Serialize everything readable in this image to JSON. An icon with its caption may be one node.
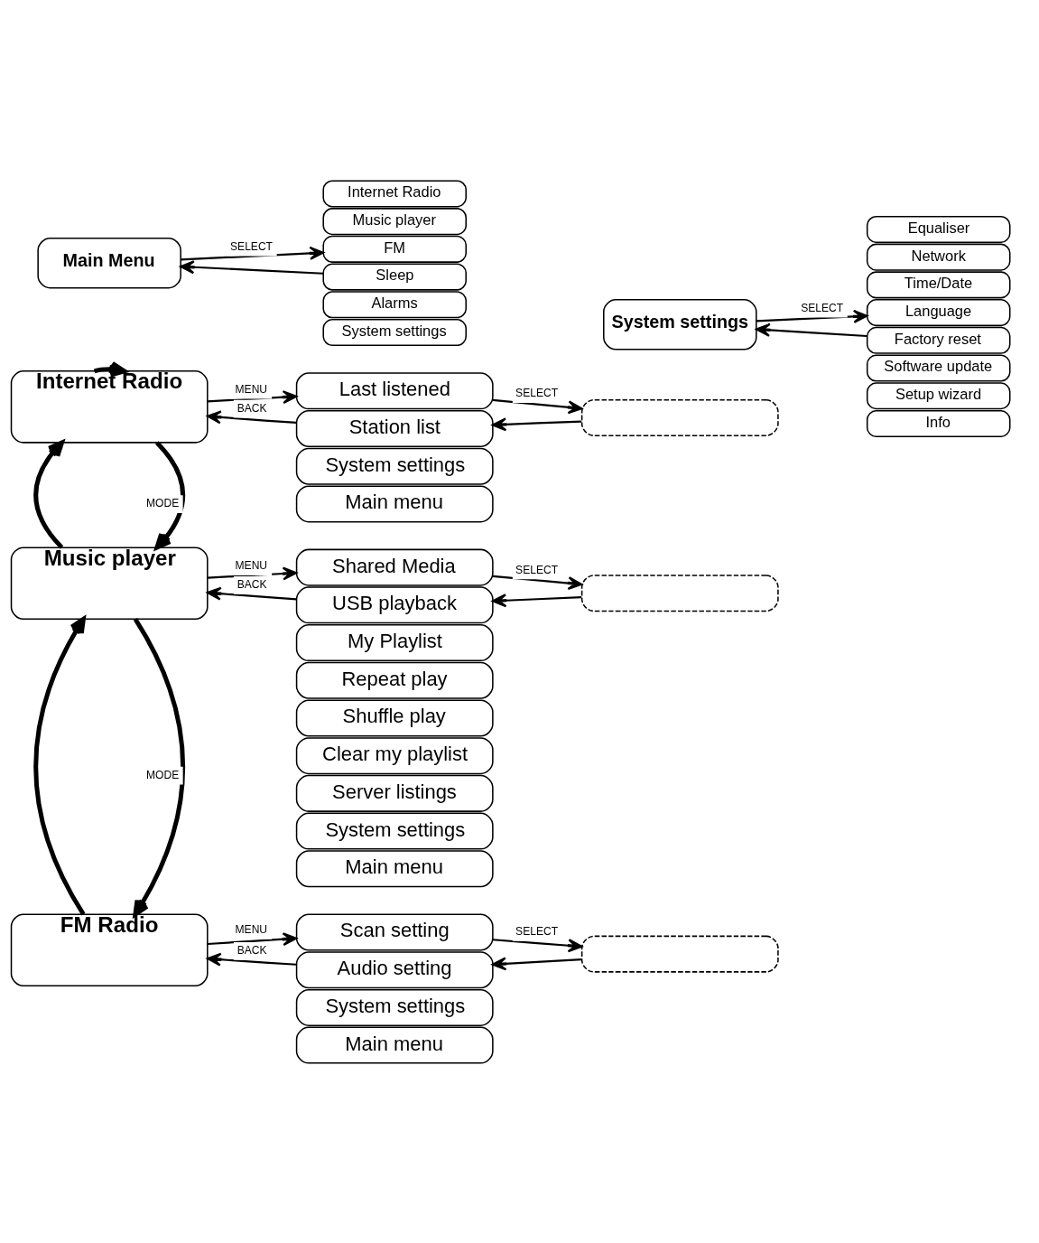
{
  "diagram": {
    "nodes": [
      {
        "text": [
          "Main Menu"
        ]
      },
      {
        "text": [
          "Internet Radio"
        ]
      },
      {
        "text": [
          "Music player"
        ]
      },
      {
        "text": [
          "FM"
        ]
      },
      {
        "text": [
          "Sleep"
        ]
      },
      {
        "text": [
          "Alarms"
        ]
      },
      {
        "text": [
          "System settings"
        ]
      },
      {
        "text": [
          "System settings"
        ]
      },
      {
        "text": [
          "Equaliser"
        ]
      },
      {
        "text": [
          "Network"
        ]
      },
      {
        "text": [
          "Time/Date"
        ]
      },
      {
        "text": [
          "Language"
        ]
      },
      {
        "text": [
          "Factory reset"
        ]
      },
      {
        "text": [
          "Software update"
        ]
      },
      {
        "text": [
          "Setup wizard"
        ]
      },
      {
        "text": [
          "Info"
        ]
      },
      {
        "text": [
          "Internet Radio"
        ]
      },
      {
        "text": [
          "Last listened"
        ]
      },
      {
        "text": [
          "Station list"
        ]
      },
      {
        "text": [
          "System settings"
        ]
      },
      {
        "text": [
          "Main menu"
        ]
      },
      {
        "text": [],
        "shape": "box"
      },
      {
        "text": [
          "Music player"
        ]
      },
      {
        "text": [
          "Shared Media"
        ]
      },
      {
        "text": [
          "USB playback"
        ]
      },
      {
        "text": [
          "My Playlist"
        ]
      },
      {
        "text": [
          "Repeat play"
        ]
      },
      {
        "text": [
          "Shuffle play"
        ]
      },
      {
        "text": [
          "Clear my playlist"
        ]
      },
      {
        "text": [
          "Server listings"
        ]
      },
      {
        "text": [
          "System settings"
        ]
      },
      {
        "text": [
          "Main menu"
        ]
      },
      {
        "text": [],
        "shape": "box"
      },
      {
        "text": [
          "FM Radio"
        ]
      },
      {
        "text": [
          "Scan setting"
        ]
      },
      {
        "text": [
          "Audio setting"
        ]
      },
      {
        "text": [
          "System settings"
        ]
      },
      {
        "text": [
          "Main menu"
        ]
      },
      {
        "text": [],
        "shape": "box"
      }
    ],
    "edges": [
      {
        "from": 0,
        "to": 3,
        "arrow": "to",
        "label": "SELECT"
      },
      {
        "from": 4,
        "to": 0,
        "arrow": "to"
      },
      {
        "from": 7,
        "to": 11,
        "arrow": "to",
        "label": "SELECT"
      },
      {
        "from": 12,
        "to": 7,
        "arrow": "to"
      },
      {
        "from": 16,
        "to": 16,
        "arrow": "to",
        "style": "thick"
      },
      {
        "from": 16,
        "to": 17,
        "arrow": "to",
        "label": "MENU"
      },
      {
        "from": 18,
        "to": 16,
        "arrow": "to",
        "label": "BACK"
      },
      {
        "from": 17,
        "to": 21,
        "arrow": "to",
        "label": "SELECT"
      },
      {
        "from": 21,
        "to": 18,
        "arrow": "to"
      },
      {
        "from": 16,
        "to": 22,
        "arrow": "to",
        "label": "MODE",
        "style": "thick"
      },
      {
        "from": 22,
        "to": 16,
        "arrow": "to",
        "style": "thick"
      },
      {
        "from": 22,
        "to": 23,
        "arrow": "to",
        "label": "MENU"
      },
      {
        "from": 24,
        "to": 22,
        "arrow": "to",
        "label": "BACK"
      },
      {
        "from": 23,
        "to": 32,
        "arrow": "to",
        "label": "SELECT"
      },
      {
        "from": 32,
        "to": 24,
        "arrow": "to"
      },
      {
        "from": 22,
        "to": 33,
        "arrow": "to",
        "label": "MODE",
        "style": "thick"
      },
      {
        "from": 33,
        "to": 22,
        "arrow": "to",
        "style": "thick"
      },
      {
        "from": 33,
        "to": 34,
        "arrow": "to",
        "label": "MENU"
      },
      {
        "from": 35,
        "to": 33,
        "arrow": "to",
        "label": "BACK"
      },
      {
        "from": 34,
        "to": 38,
        "arrow": "to",
        "label": "SELECT"
      },
      {
        "from": 38,
        "to": 35,
        "arrow": "to"
      }
    ]
  }
}
